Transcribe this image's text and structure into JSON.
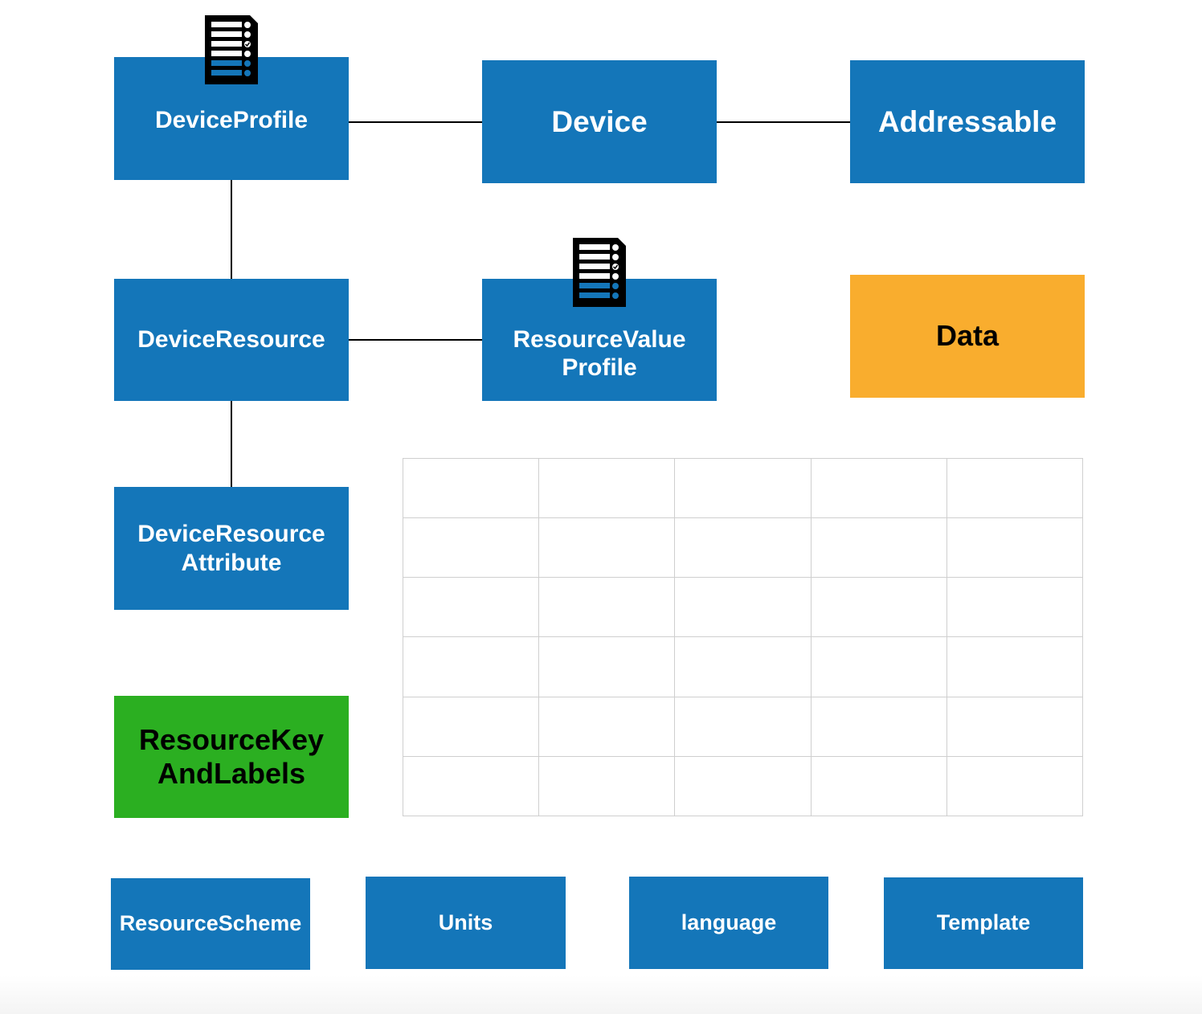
{
  "theme": {
    "blue": "#1476b9",
    "orange": "#f9ad2e",
    "green": "#2baf21",
    "white_text": "#ffffff",
    "black_text": "#000000"
  },
  "nodes": {
    "device_profile": {
      "label": "DeviceProfile",
      "icon": "document-list-icon"
    },
    "device": {
      "label": "Device"
    },
    "addressable": {
      "label": "Addressable"
    },
    "device_resource": {
      "label": "DeviceResource"
    },
    "resource_value_profile": {
      "label": "ResourceValue\nProfile",
      "icon": "document-list-icon"
    },
    "data": {
      "label": "Data"
    },
    "device_resource_attribute": {
      "label": "DeviceResource\nAttribute"
    },
    "resource_key_and_labels": {
      "label": "ResourceKey\nAndLabels"
    },
    "resource_scheme": {
      "label": "ResourceScheme"
    },
    "units": {
      "label": "Units"
    },
    "language": {
      "label": "language"
    },
    "template": {
      "label": "Template"
    }
  },
  "grid": {
    "rows": 6,
    "columns": 5
  },
  "connectors": [
    "deviceprofile-device",
    "device-addressable",
    "deviceprofile-deviceresource",
    "deviceresource-resourcevalueprofile",
    "deviceresource-deviceresourceattribute"
  ]
}
